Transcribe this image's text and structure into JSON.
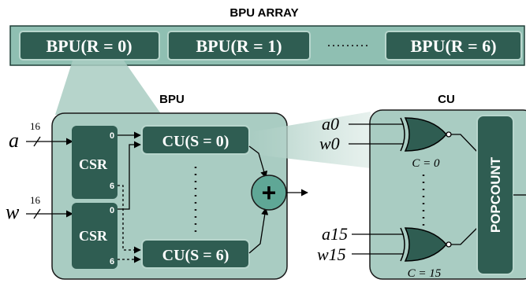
{
  "array": {
    "title": "BPU ARRAY",
    "bpu0": "BPU(R = 0)",
    "bpu1": "BPU(R = 1)",
    "bpu6": "BPU(R = 6)",
    "ellipsis": "·········"
  },
  "bpu": {
    "title": "BPU",
    "input_a": "a",
    "input_w": "w",
    "width_a": "16",
    "width_w": "16",
    "csr_top": "CSR",
    "csr_bottom": "CSR",
    "port_top_0": "0",
    "port_top_6": "6",
    "port_bot_0": "0",
    "port_bot_6": "6",
    "cu0": "CU(S = 0)",
    "cu6": "CU(S = 6)",
    "adder_symbol": "+"
  },
  "cu": {
    "title": "CU",
    "a0": "a0",
    "w0": "w0",
    "a15": "a15",
    "w15": "w15",
    "c0": "C = 0",
    "c15": "C = 15",
    "popcount": "POPCOUNT"
  },
  "colors": {
    "block_dark": "#2f5d52",
    "panel_light": "#a9ccc2",
    "panel_mid": "#8fbfb2",
    "adder_fill": "#5fa796",
    "zoom_fill": "#cfe3dc"
  }
}
